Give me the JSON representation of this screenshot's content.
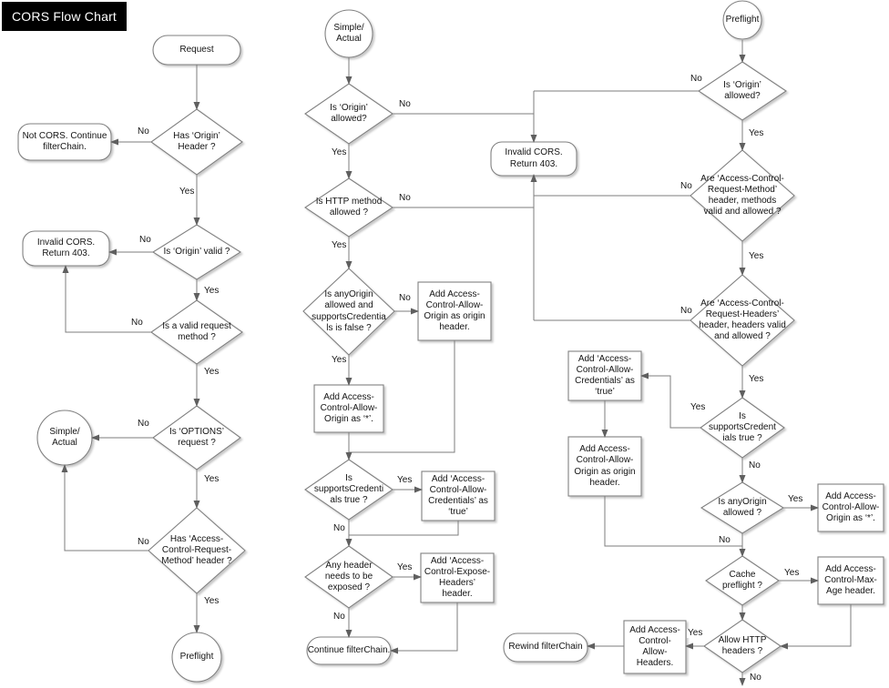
{
  "title": "CORS Flow Chart",
  "nodes": {
    "c1_request": {
      "label": "Request"
    },
    "c1_has_origin": {
      "label": "Has ‘Origin’ Header ?"
    },
    "c1_not_cors": {
      "label": "Not CORS. Continue filterChain."
    },
    "c1_origin_valid": {
      "label": "Is ‘Origin’ valid ?"
    },
    "c1_invalid_cors": {
      "label": "Invalid CORS. Return 403."
    },
    "c1_valid_method": {
      "label": "Is a valid request method ?"
    },
    "c1_options": {
      "label": "Is ‘OPTIONS’ request ?"
    },
    "c1_simple_actual": {
      "label": "Simple/ Actual"
    },
    "c1_has_acrm": {
      "label": "Has ‘Access-Control-Request-Method’ header ?"
    },
    "c1_preflight": {
      "label": "Preflight"
    },
    "c2_simple_actual": {
      "label": "Simple/ Actual"
    },
    "c2_origin_allowed": {
      "label": "Is ‘Origin’ allowed?"
    },
    "invalid_cors": {
      "label": "Invalid CORS. Return 403."
    },
    "c2_http_method": {
      "label": "Is HTTP method allowed ?"
    },
    "c2_anyorigin_cred": {
      "label": "Is anyOrigin allowed and supportsCredentials is false ?"
    },
    "c2_add_acao_origin": {
      "label": "Add Access-Control-Allow-Origin as origin header."
    },
    "c2_add_acao_star": {
      "label": "Add Access-Control-Allow-Origin as ‘*’."
    },
    "c2_supports_cred": {
      "label": "Is supportsCredentials true ?"
    },
    "c2_add_acac": {
      "label": "Add ‘Access-Control-Allow-Credentials’ as ‘true’"
    },
    "c2_any_header": {
      "label": "Any header needs to be exposed ?"
    },
    "c2_add_aceh": {
      "label": "Add ‘Access-Control-Expose-Headers’ header."
    },
    "c2_continue": {
      "label": "Continue filterChain."
    },
    "c3_preflight": {
      "label": "Preflight"
    },
    "c3_origin_allowed": {
      "label": "Is ‘Origin’ allowed?"
    },
    "c3_acrm": {
      "label": "Are ‘Access-Control-Request-Method’ header, methods  valid and allowed ?"
    },
    "c3_acrh": {
      "label": "Are ‘Access-Control-Request-Headers’ header, headers valid and allowed ?"
    },
    "c3_add_acac": {
      "label": "Add ‘Access-Control-Allow-Credentials’ as ‘true’"
    },
    "c3_supports_cred": {
      "label": "Is supportsCredentials true ?"
    },
    "c3_add_acao_origin": {
      "label": "Add Access-Control-Allow-Origin as origin header."
    },
    "c3_anyorigin": {
      "label": "Is anyOrigin allowed ?"
    },
    "c3_add_acao_star": {
      "label": "Add Access-Control-Allow-Origin as ‘*’."
    },
    "c3_cache": {
      "label": "Cache preflight ?"
    },
    "c3_add_acma": {
      "label": "Add Access-Control-Max-Age header."
    },
    "c3_allow_http": {
      "label": "Allow HTTP headers ?"
    },
    "c3_add_acah": {
      "label": "Add Access-Control-Allow-Headers."
    },
    "c3_rewind": {
      "label": "Rewind filterChain"
    }
  },
  "edges": {
    "c1_has_origin_no": "No",
    "c1_has_origin_yes": "Yes",
    "c1_origin_valid_no": "No",
    "c1_origin_valid_yes": "Yes",
    "c1_valid_method_no": "No",
    "c1_valid_method_yes": "Yes",
    "c1_options_no": "No",
    "c1_options_yes": "Yes",
    "c1_has_acrm_no": "No",
    "c1_has_acrm_yes": "Yes",
    "c2_origin_allowed_no": "No",
    "c2_origin_allowed_yes": "Yes",
    "c2_http_method_no": "No",
    "c2_http_method_yes": "Yes",
    "c2_anyorigin_no": "No",
    "c2_anyorigin_yes": "Yes",
    "c2_supports_cred_yes": "Yes",
    "c2_supports_cred_no": "No",
    "c2_any_header_yes": "Yes",
    "c2_any_header_no": "No",
    "c3_origin_allowed_no": "No",
    "c3_origin_allowed_yes": "Yes",
    "c3_acrm_no": "No",
    "c3_acrm_yes": "Yes",
    "c3_acrh_no": "No",
    "c3_acrh_yes": "Yes",
    "c3_supports_cred_yes": "Yes",
    "c3_supports_cred_no": "No",
    "c3_anyorigin_yes": "Yes",
    "c3_anyorigin_no": "No",
    "c3_cache_yes": "Yes",
    "c3_allow_http_yes": "Yes",
    "c3_allow_http_no": "No"
  }
}
